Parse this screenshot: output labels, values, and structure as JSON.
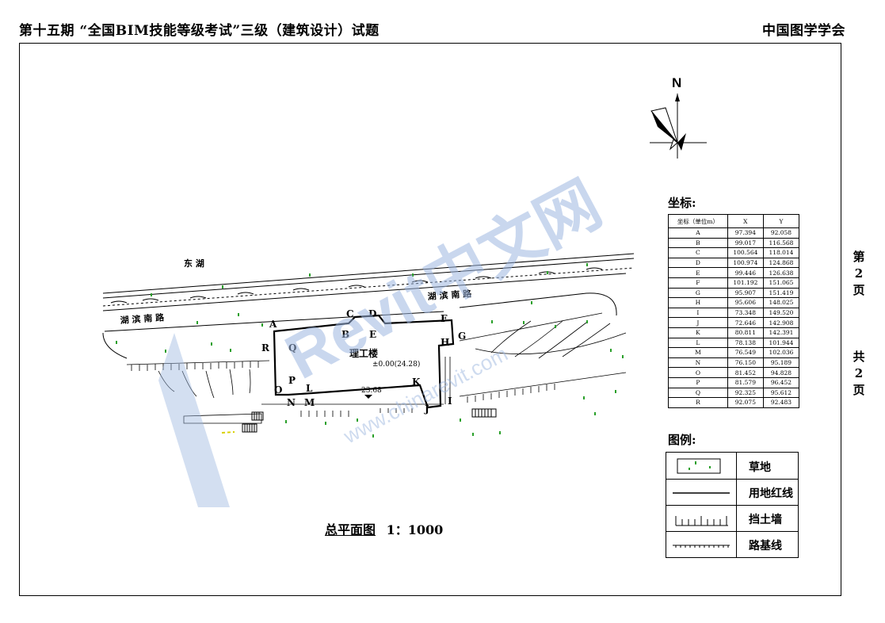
{
  "header": {
    "left": "第十五期 “全国BIM技能等级考试”三级（建筑设计）试题",
    "right": "中国图学学会"
  },
  "side": {
    "page": [
      "第",
      "2",
      "页"
    ],
    "total": [
      "共",
      "2",
      "页"
    ]
  },
  "north": "N",
  "plan": {
    "lake": "东 湖",
    "road_left": "湖 滨 南 路",
    "road_right": "湖 滨 南 路",
    "building": "理工楼",
    "elevation": "±0.00(24.28)",
    "spot_level": "23.68",
    "points": [
      "A",
      "B",
      "C",
      "D",
      "E",
      "F",
      "G",
      "H",
      "I",
      "J",
      "K",
      "L",
      "M",
      "N",
      "O",
      "P",
      "Q",
      "R"
    ]
  },
  "caption": {
    "title": "总平面图",
    "scale": "1：1000"
  },
  "coords": {
    "title": "坐标:",
    "head": [
      "坐标（单位m）",
      "X",
      "Y"
    ],
    "rows": [
      [
        "A",
        "97.394",
        "92.058"
      ],
      [
        "B",
        "99.017",
        "116.568"
      ],
      [
        "C",
        "100.564",
        "118.014"
      ],
      [
        "D",
        "100.974",
        "124.868"
      ],
      [
        "E",
        "99.446",
        "126.638"
      ],
      [
        "F",
        "101.192",
        "151.065"
      ],
      [
        "G",
        "95.907",
        "151.419"
      ],
      [
        "H",
        "95.606",
        "148.025"
      ],
      [
        "I",
        "73.348",
        "149.520"
      ],
      [
        "J",
        "72.646",
        "142.908"
      ],
      [
        "K",
        "80.811",
        "142.391"
      ],
      [
        "L",
        "78.138",
        "101.944"
      ],
      [
        "M",
        "76.549",
        "102.036"
      ],
      [
        "N",
        "76.150",
        "95.189"
      ],
      [
        "O",
        "81.452",
        "94.828"
      ],
      [
        "P",
        "81.579",
        "96.452"
      ],
      [
        "Q",
        "92.325",
        "95.612"
      ],
      [
        "R",
        "92.075",
        "92.483"
      ]
    ]
  },
  "legend": {
    "title": "图例:",
    "items": [
      "草地",
      "用地红线",
      "挡土墙",
      "路基线"
    ]
  },
  "watermark": {
    "brand": "Revit中文网",
    "url": "www.chinarevit.com"
  },
  "colors": {
    "watermark": "#9db7e0",
    "grass": "#2aa02a",
    "line": "#000000"
  }
}
